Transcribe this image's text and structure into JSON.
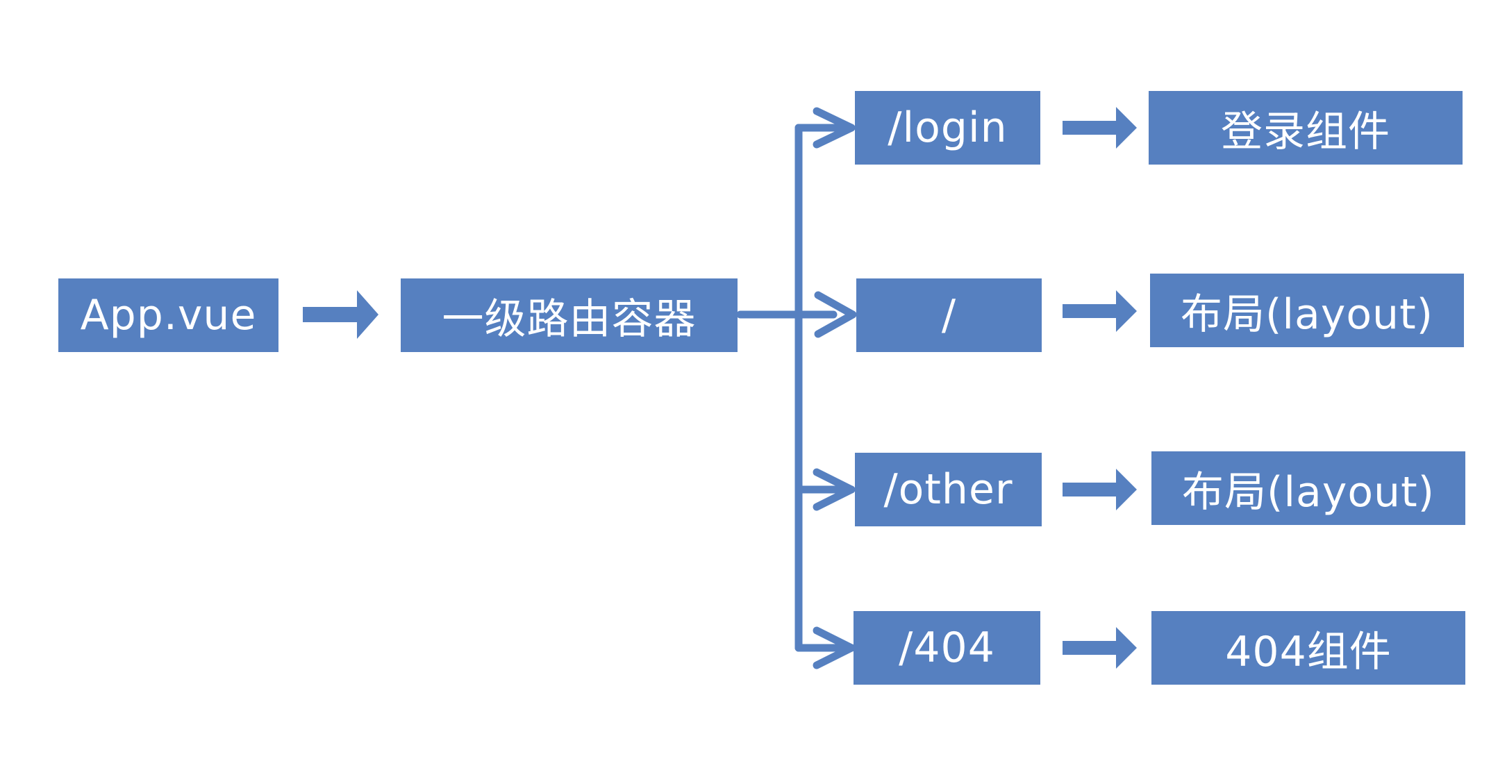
{
  "diagram": {
    "root": {
      "label": "App.vue"
    },
    "container": {
      "label": "一级路由容器"
    },
    "routes": [
      {
        "path": "/login",
        "component": "登录组件"
      },
      {
        "path": "/",
        "component": "布局(layout)"
      },
      {
        "path": "/other",
        "component": "布局(layout)"
      },
      {
        "path": "/404",
        "component": "404组件"
      }
    ],
    "colors": {
      "box_fill": "#5680c0",
      "box_text": "#ffffff",
      "connector": "#5680c0"
    }
  }
}
